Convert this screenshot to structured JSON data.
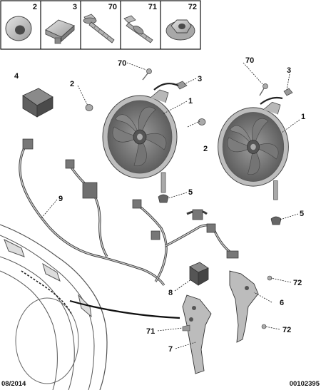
{
  "header_parts": [
    {
      "number": "2",
      "icon": "flat-washer-icon"
    },
    {
      "number": "3",
      "icon": "clip-nut-icon"
    },
    {
      "number": "70",
      "icon": "flange-screw-icon"
    },
    {
      "number": "71",
      "icon": "stud-bolt-icon"
    },
    {
      "number": "72",
      "icon": "flange-nut-icon"
    }
  ],
  "callouts": {
    "c70a": "70",
    "c3a": "3",
    "c2a": "2",
    "c1a": "1",
    "c5a": "5",
    "c70b": "70",
    "c3b": "3",
    "c2b": "2",
    "c1b": "1",
    "c5b": "5",
    "c4": "4",
    "c9": "9",
    "c8": "8",
    "c6": "6",
    "c72a": "72",
    "c72b": "72",
    "c71": "71",
    "c7": "7"
  },
  "footer": {
    "date": "08/2014",
    "reference": "00102395"
  },
  "colors": {
    "fan_grey": "#8a8a8a",
    "metal_light": "#c9c9c9",
    "line_dark": "#222222"
  }
}
